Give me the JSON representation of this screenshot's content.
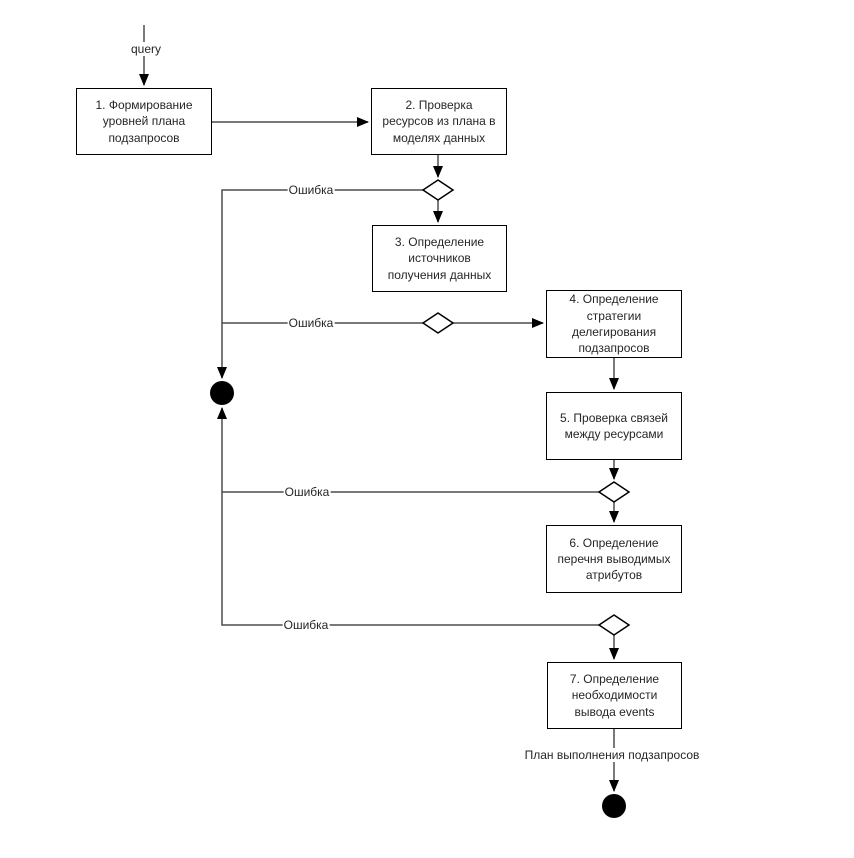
{
  "diagram": {
    "start_edge_label": "query",
    "final_edge_label": "План выполнения подзапросов",
    "error_labels": [
      "Ошибка",
      "Ошибка",
      "Ошибка",
      "Ошибка"
    ],
    "nodes": [
      {
        "id": 1,
        "label": "1. Формирование\nуровней плана\nподзапросов"
      },
      {
        "id": 2,
        "label": "2. Проверка\nресурсов из плана в\nмоделях данных"
      },
      {
        "id": 3,
        "label": "3. Определение\nисточников\nполучения данных"
      },
      {
        "id": 4,
        "label": "4. Определение\nстратегии\nделегирования\nподзапросов"
      },
      {
        "id": 5,
        "label": "5. Проверка связей\nмежду ресурсами"
      },
      {
        "id": 6,
        "label": "6. Определение\nперечня выводимых\nатрибутов"
      },
      {
        "id": 7,
        "label": "7. Определение\nнеобходимости\nвывода events"
      }
    ],
    "colors": {
      "background": "#ffffff",
      "box_fill": "#ffffff",
      "box_border": "#000000",
      "connector": "#4d4d4d",
      "arrowhead": "#000000",
      "text": "#262626"
    }
  }
}
